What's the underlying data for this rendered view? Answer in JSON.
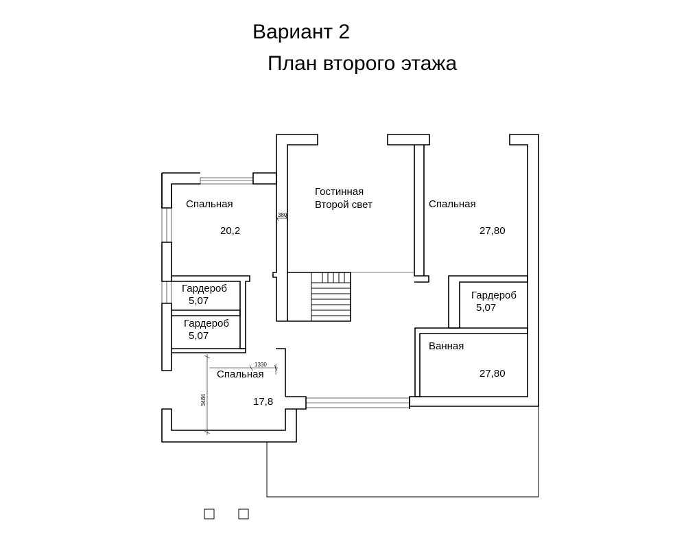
{
  "title": {
    "line1": "Вариант 2",
    "line2": "План второго этажа"
  },
  "rooms": [
    {
      "id": "bedroom-top-left",
      "name": "Спальная",
      "area": "20,2"
    },
    {
      "id": "living-room",
      "name_line1": "Гостинная",
      "name_line2": "Второй свет"
    },
    {
      "id": "bedroom-top-right",
      "name": "Спальная",
      "area": "27,80"
    },
    {
      "id": "wardrobe-left-1",
      "name": "Гардероб",
      "area": "5,07"
    },
    {
      "id": "wardrobe-left-2",
      "name": "Гардероб",
      "area": "5,07"
    },
    {
      "id": "wardrobe-right",
      "name": "Гардероб",
      "area": "5,07"
    },
    {
      "id": "bathroom",
      "name": "Ванная",
      "area": "27,80"
    },
    {
      "id": "bedroom-bottom-left",
      "name": "Спальная",
      "area": "17,8"
    }
  ],
  "dimensions": {
    "opening": "380",
    "horizontal": "1330",
    "vertical": "3484"
  }
}
